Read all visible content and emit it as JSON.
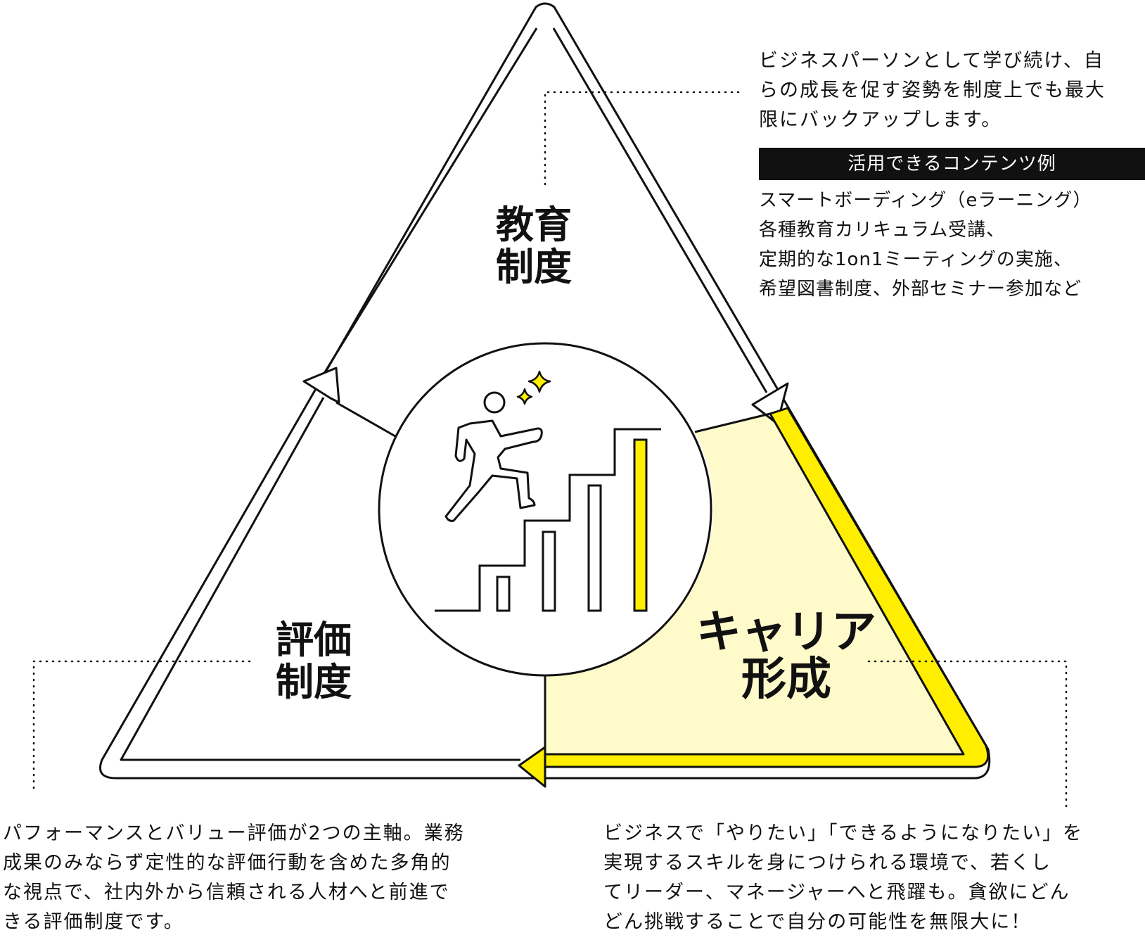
{
  "colors": {
    "accent": "#FFEE00",
    "accent_fill": "#FFFACA",
    "outline": "#111111",
    "header_bg": "#111111",
    "header_text": "#FFFFFF"
  },
  "labels": {
    "education": [
      "教育",
      "制度"
    ],
    "career": [
      "キャリア",
      "形成"
    ],
    "evaluation": [
      "評価",
      "制度"
    ]
  },
  "education_desc": [
    "ビジネスパーソンとして学び続け、自",
    "らの成長を促す姿勢を制度上でも最大",
    "限にバックアップします。"
  ],
  "contents_header": "活用できるコンテンツ例",
  "contents_examples": [
    "スマートボーディング（eラーニング）",
    "各種教育カリキュラム受講、",
    "定期的な1on1ミーティングの実施、",
    "希望図書制度、外部セミナー参加など"
  ],
  "evaluation_desc": [
    "パフォーマンスとバリュー評価が2つの主軸。業務",
    "成果のみならず定性的な評価行動を含めた多角的",
    "な視点で、社内外から信頼される人材へと前進で",
    "きる評価制度です。"
  ],
  "career_desc": [
    "ビジネスで「やりたい」「できるようになりたい」を",
    "実現するスキルを身につけられる環境で、若くし",
    "てリーダー、マネージャーへと飛躍も。貪欲にどん",
    "どん挑戦することで自分の可能性を無限大に！"
  ],
  "icons": {
    "center": "person-climbing-stairs-icon",
    "sparkle": "sparkle-icon"
  }
}
